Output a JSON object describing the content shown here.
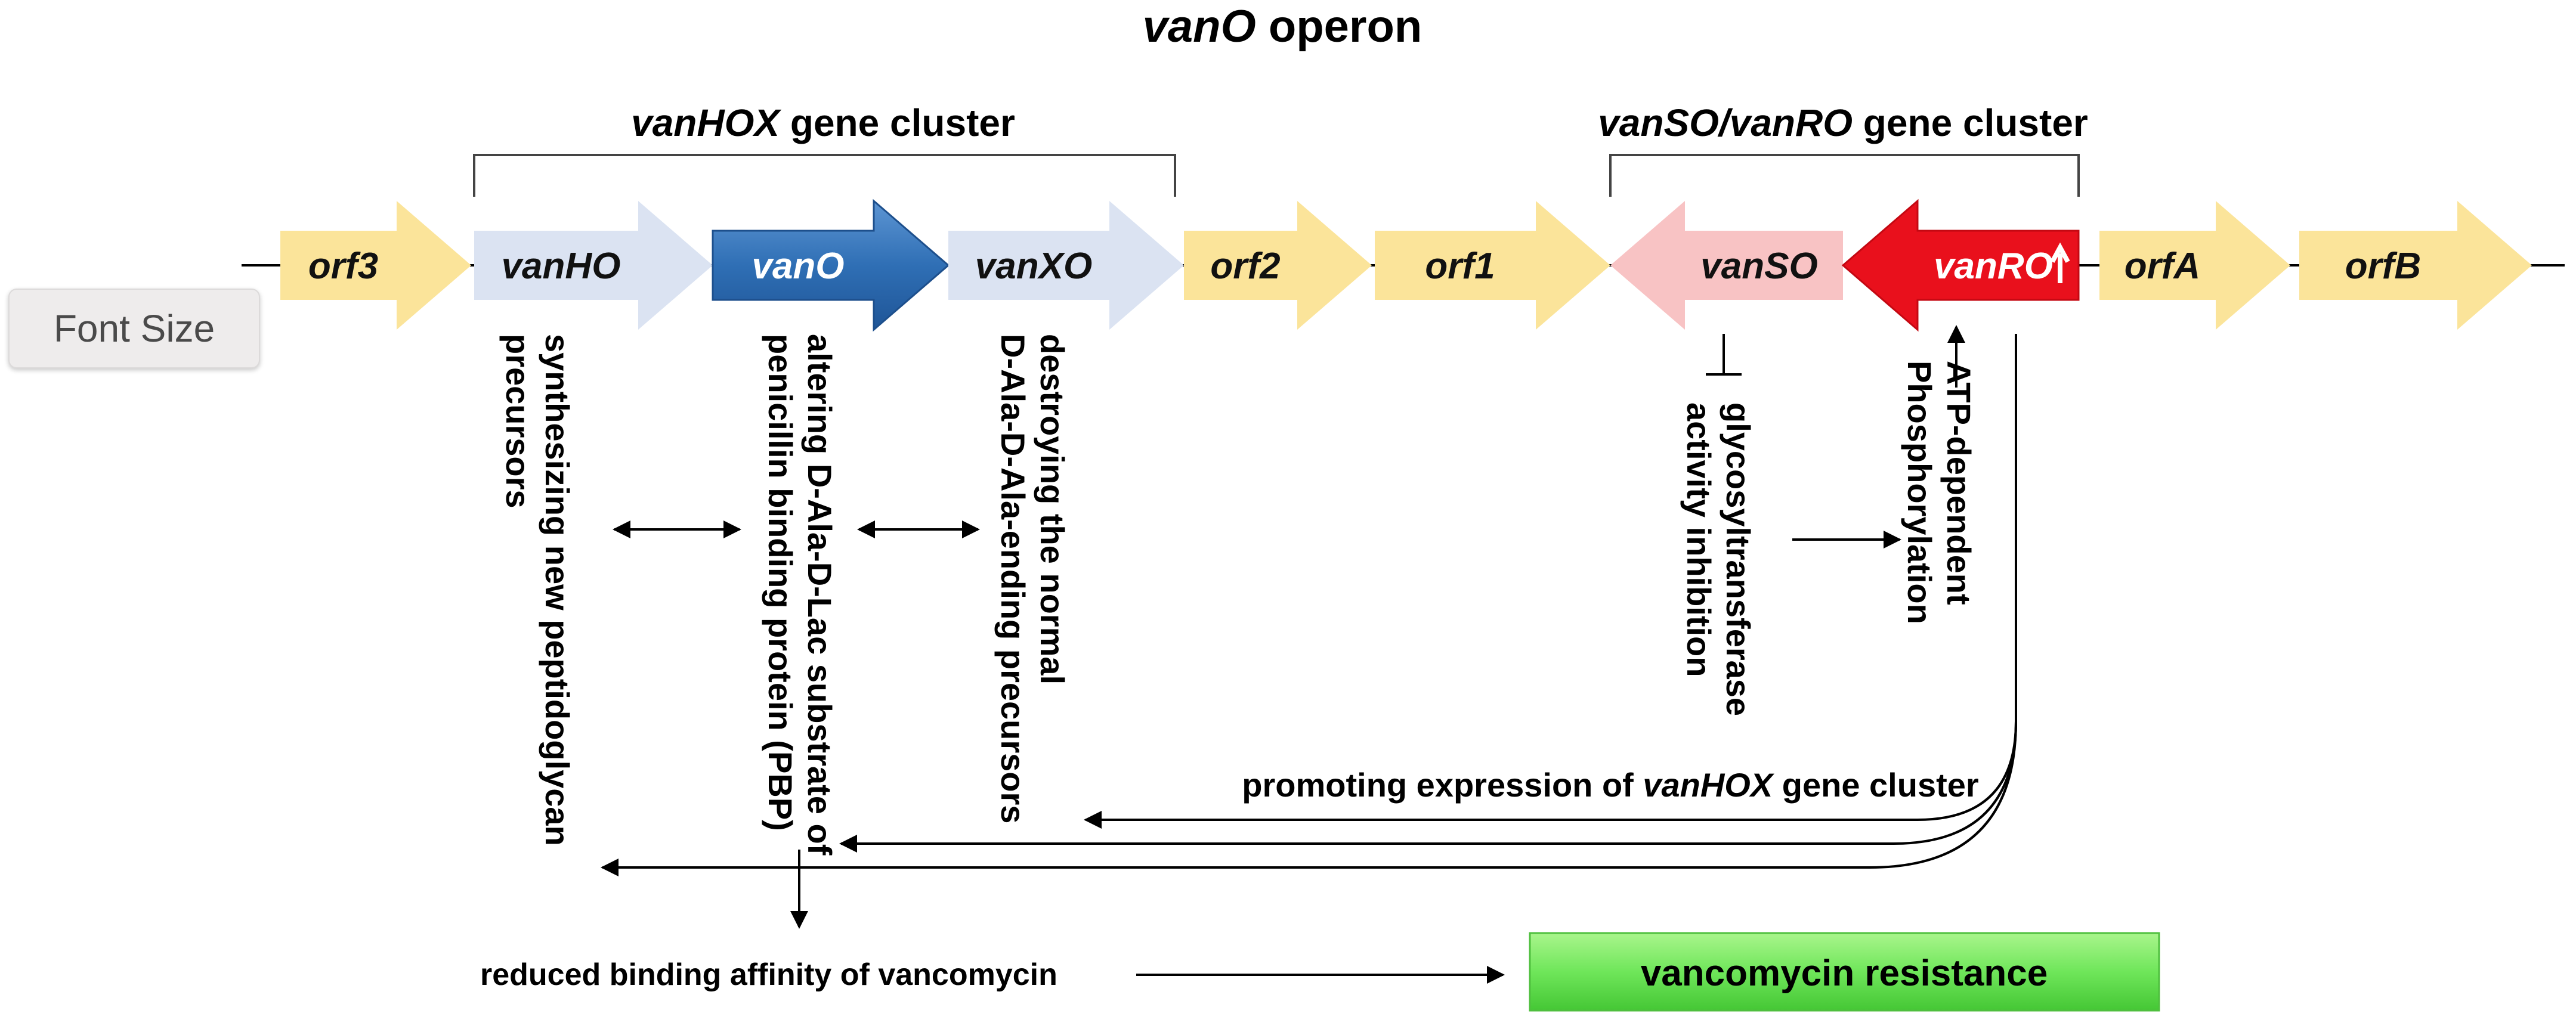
{
  "title": {
    "italic": "vanO",
    "rest": " operon"
  },
  "clusters": [
    {
      "italic": "vanHOX",
      "rest": " gene cluster"
    },
    {
      "italic": "vanSO/vanRO",
      "rest": " gene cluster"
    }
  ],
  "genes": [
    {
      "label": "orf3",
      "color": "#fbe49a"
    },
    {
      "label": "vanHO",
      "color": "#dbe3f2"
    },
    {
      "label": "vanO",
      "color": "#2f6fb5"
    },
    {
      "label": "vanXO",
      "color": "#dbe3f2"
    },
    {
      "label": "orf2",
      "color": "#fbe49a"
    },
    {
      "label": "orf1",
      "color": "#fbe49a"
    },
    {
      "label": "vanSO",
      "color": "#f8c3c4"
    },
    {
      "label": "vanRO",
      "color": "#e9101c"
    },
    {
      "label": "orfA",
      "color": "#fbe49a"
    },
    {
      "label": "orfB",
      "color": "#fbe49a"
    }
  ],
  "functions": {
    "vanHO": [
      "synthesizing new peptidoglycan",
      "precursors"
    ],
    "vanO": [
      "altering D-Ala-D-Lac substrate of",
      "penicillin binding protein (PBP)"
    ],
    "vanXO": [
      "destroying the normal",
      "D-Ala-D-Ala-ending precursors"
    ],
    "vanSO": [
      "glycosyltransferase",
      "activity inhibition"
    ],
    "vanRO": [
      "ATP-dependent",
      "Phosphorylation"
    ]
  },
  "promoting": {
    "rest": "promoting expression of ",
    "italic": "vanHOX",
    "tail": " gene cluster"
  },
  "reduced": "reduced binding affinity of vancomycin",
  "resistance": "vancomycin resistance",
  "font_size_button": "Font Size"
}
